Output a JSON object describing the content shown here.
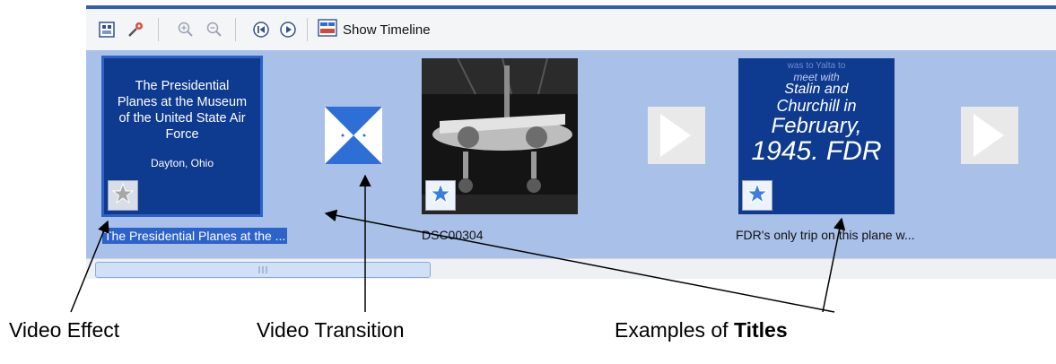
{
  "toolbar": {
    "icons": [
      "storyboard-icon",
      "effects-icon",
      "zoom-in-icon",
      "zoom-out-icon",
      "rewind-icon",
      "play-icon",
      "timeline-icon"
    ],
    "show_timeline_label": "Show Timeline"
  },
  "clips": [
    {
      "type": "title",
      "title_lines": [
        "The Presidential",
        "Planes at the Museum",
        "of the United State Air",
        "Force"
      ],
      "subtitle": "Dayton, Ohio",
      "caption": "The Presidential Planes at the ...",
      "selected": true
    },
    {
      "type": "photo",
      "caption": "DSC00304",
      "selected": false
    },
    {
      "type": "title",
      "title_lines": [
        "was to Yalta to",
        "meet with",
        "Stalin and",
        "Churchill in",
        "February,",
        "1945. FDR"
      ],
      "caption": "FDR's only trip on this plane w...",
      "selected": false
    }
  ],
  "annotations": {
    "video_effect": "Video Effect",
    "video_transition": "Video Transition",
    "titles_prefix": "Examples of ",
    "titles_bold": "Titles"
  },
  "colors": {
    "storyboard_bg": "#a9c0e8",
    "title_bg": "#0e3a8f",
    "selection": "#2c62c9"
  }
}
